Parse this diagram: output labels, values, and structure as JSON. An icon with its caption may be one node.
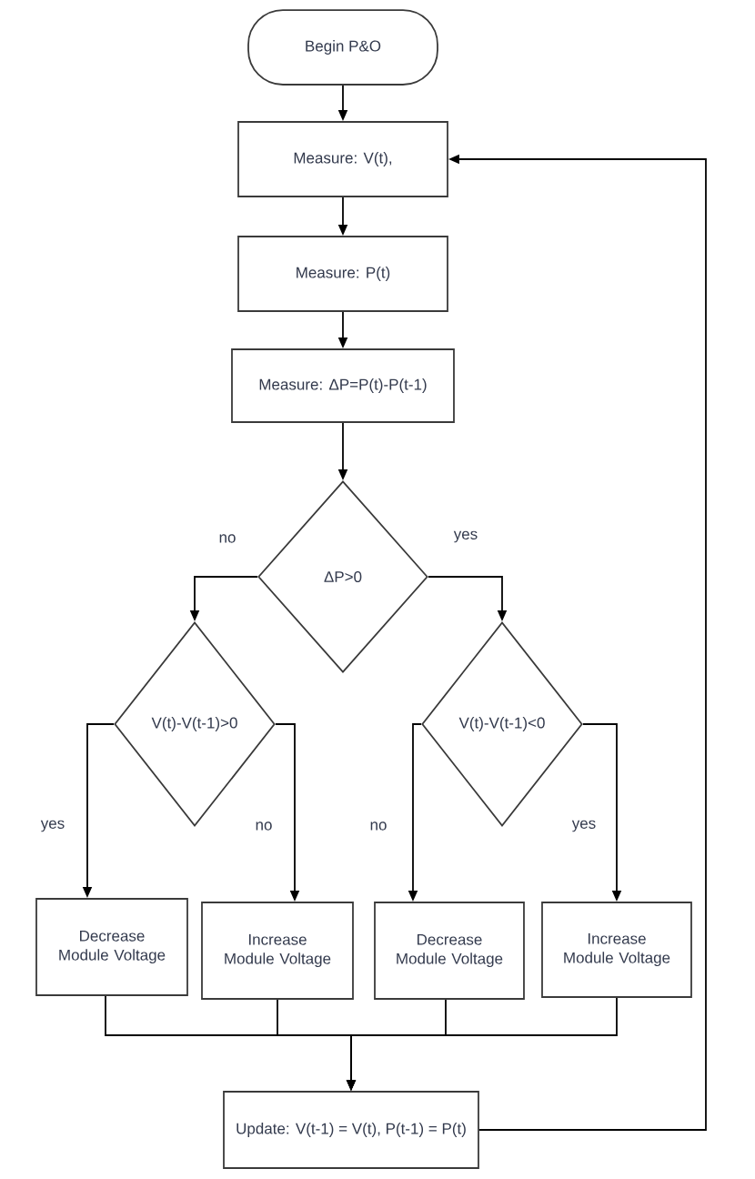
{
  "diagram": {
    "nodes": [
      {
        "text": [
          "Begin P&O"
        ]
      },
      {
        "text": [
          "Measure: V(t),"
        ]
      },
      {
        "text": [
          "Measure: P(t)"
        ]
      },
      {
        "text": [
          "Measure: ΔP=P(t)-P(t-1)"
        ]
      },
      {
        "text": [
          "ΔP>0"
        ]
      },
      {
        "text": [
          "V(t)-V(t-1)>0"
        ]
      },
      {
        "text": [
          "V(t)-V(t-1)<0"
        ]
      },
      {
        "text": [
          "Decrease Module Voltage"
        ]
      },
      {
        "text": [
          "Increase Module Voltage"
        ]
      },
      {
        "text": [
          "Decrease Module Voltage"
        ]
      },
      {
        "text": [
          "Increase Module Voltage"
        ]
      },
      {
        "text": [
          "Update: V(t-1) = V(t), P(t-1) = P(t)"
        ]
      }
    ],
    "edges": [
      {
        "from": 0,
        "to": 1,
        "arrow": "to"
      },
      {
        "from": 1,
        "to": 2,
        "arrow": "to"
      },
      {
        "from": 2,
        "to": 3,
        "arrow": "to"
      },
      {
        "from": 3,
        "to": 4,
        "arrow": "to"
      },
      {
        "from": 4,
        "to": 5,
        "arrow": "to",
        "label": "no"
      },
      {
        "from": 4,
        "to": 6,
        "arrow": "to",
        "label": "yes"
      },
      {
        "from": 5,
        "to": 7,
        "arrow": "to",
        "label": "yes"
      },
      {
        "from": 5,
        "to": 8,
        "arrow": "to",
        "label": "no"
      },
      {
        "from": 6,
        "to": 9,
        "arrow": "to",
        "label": "no"
      },
      {
        "from": 6,
        "to": 10,
        "arrow": "to",
        "label": "yes"
      },
      {
        "from": 7,
        "to": 11,
        "arrow": "to"
      },
      {
        "from": 8,
        "to": 11,
        "arrow": "to"
      },
      {
        "from": 9,
        "to": 11,
        "arrow": "to"
      },
      {
        "from": 10,
        "to": 11,
        "arrow": "to"
      },
      {
        "from": 11,
        "to": 1,
        "arrow": "to"
      }
    ]
  }
}
